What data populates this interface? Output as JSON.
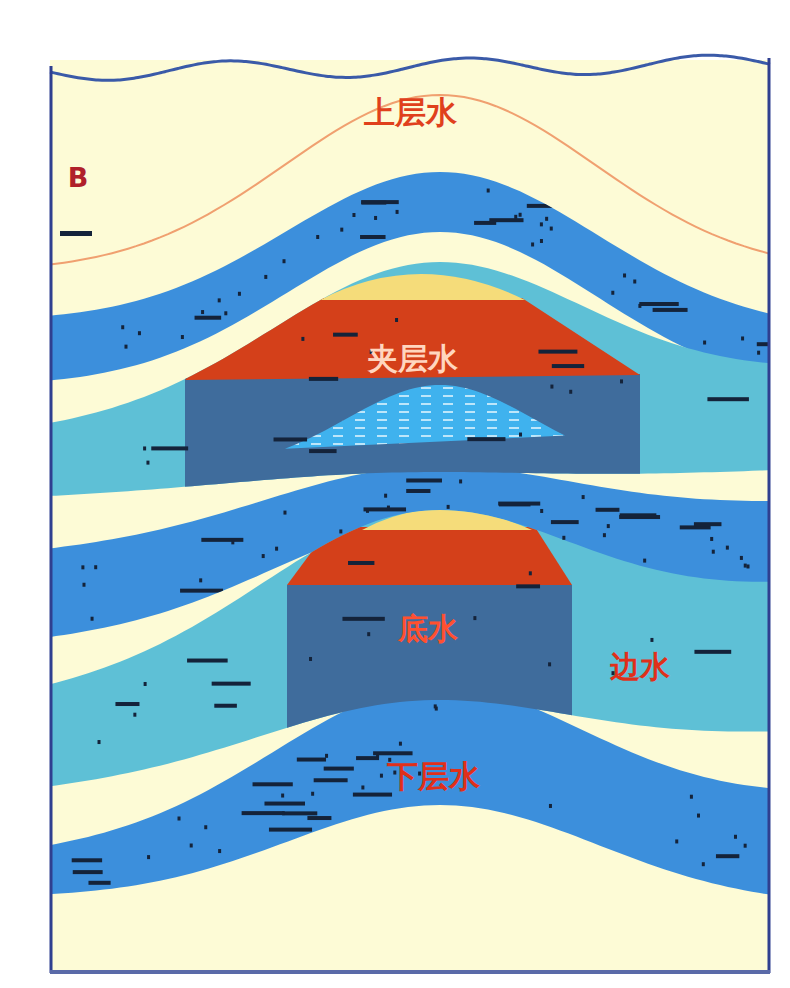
{
  "diagram": {
    "labels": [
      "上层水",
      "B",
      "夹层水",
      "底水",
      "边水",
      "下层水"
    ]
  }
}
